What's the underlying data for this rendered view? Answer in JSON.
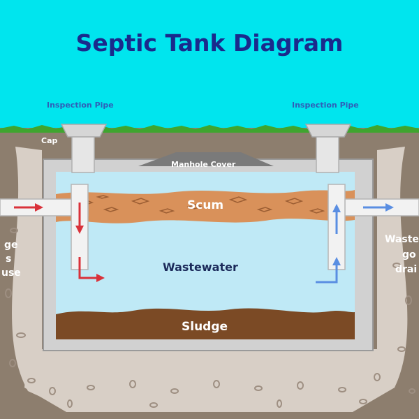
{
  "diagram": {
    "title": "Septic Tank Diagram",
    "labels": {
      "inspection_pipe_left": "Inspection Pipe",
      "inspection_pipe_right": "Inspection Pipe",
      "cap": "Cap",
      "manhole_cover": "Manhole Cover",
      "scum": "Scum",
      "wastewater": "Wastewater",
      "sludge": "Sludge"
    },
    "left_edge_text": [
      "ge",
      "s",
      "use"
    ],
    "right_edge_text": [
      "Waste",
      "go",
      "drai"
    ],
    "colors": {
      "sky": "#00e5ee",
      "title": "#1a2a8c",
      "grass": "#3fa52f",
      "soil": "#8d7e6e",
      "gravel": "#d8cfc6",
      "tank_wall": "#d1d1d1",
      "scum": "#d9915a",
      "wastewater": "#bfe9f6",
      "sludge": "#7b4a25",
      "inflow_arrow": "#d9313a",
      "outflow_arrow": "#5a8ee2"
    }
  }
}
